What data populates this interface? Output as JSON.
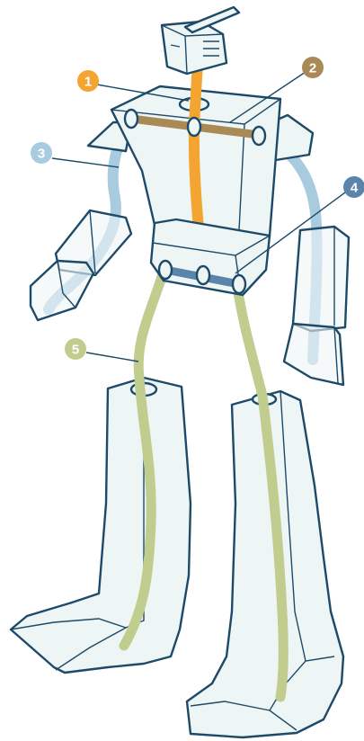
{
  "colors": {
    "outline": "#1d4a68",
    "fill": "#eef5f5",
    "spine": "#f4a531",
    "shoulder": "#a98955",
    "arm": "#a9cbe0",
    "hip": "#5a84aa",
    "leg": "#c1cc8f",
    "joint": "#f6efcf"
  },
  "callouts": [
    {
      "number": "1",
      "color": "#f4a531"
    },
    {
      "number": "2",
      "color": "#a98955"
    },
    {
      "number": "3",
      "color": "#a9cbe0"
    },
    {
      "number": "4",
      "color": "#5a84aa"
    },
    {
      "number": "5",
      "color": "#c1cc8f"
    }
  ]
}
